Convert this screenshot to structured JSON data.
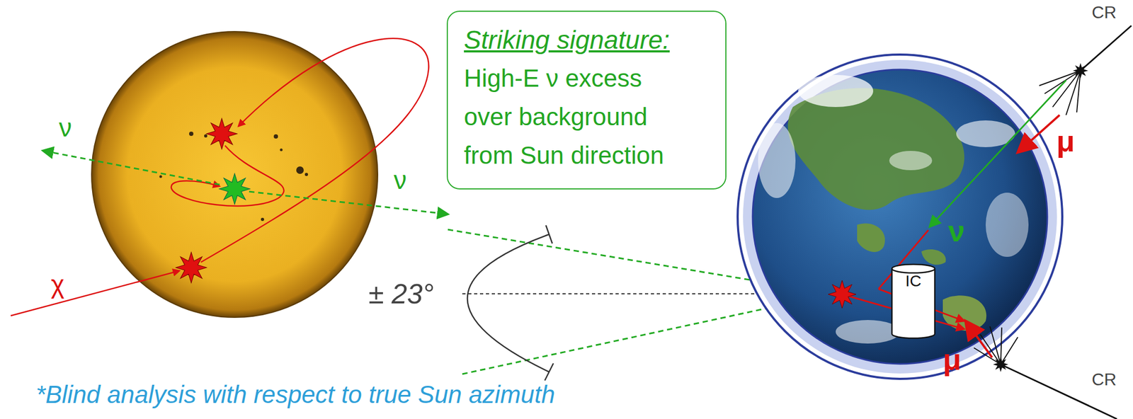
{
  "diagram": {
    "nodes": [
      {
        "text": [
          "Striking signature:",
          "High-E ν excess over background from Sun direction"
        ]
      },
      {
        "text": [
          "IC"
        ]
      }
    ],
    "labels": [
      "ν",
      "ν",
      "χ",
      "± 23°",
      "ν",
      "μ",
      "μ",
      "CR",
      "CR",
      "*Blind analysis with respect to true Sun azimuth"
    ]
  }
}
